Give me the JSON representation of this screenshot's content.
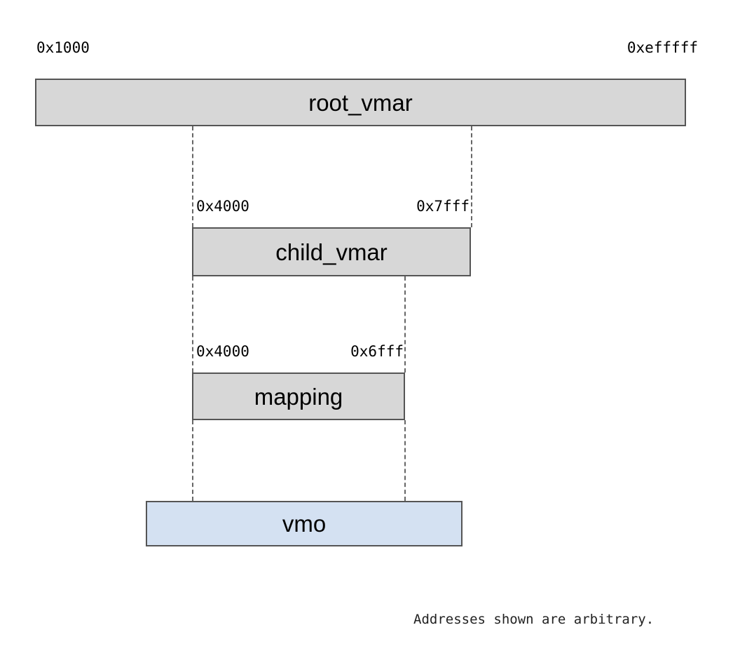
{
  "diagram": {
    "title_nodes": {
      "root": "root_vmar",
      "child": "child_vmar",
      "mapping": "mapping",
      "vmo": "vmo"
    },
    "addresses": {
      "root_start": "0x1000",
      "root_end": "0xefffff",
      "child_start": "0x4000",
      "child_end": "0x7fff",
      "mapping_start": "0x4000",
      "mapping_end": "0x6fff"
    },
    "caption": "Addresses shown are arbitrary.",
    "colors": {
      "vmar_fill": "#d7d7d7",
      "vmo_fill": "#d4e1f2",
      "border": "#555555",
      "guide_line": "#666666",
      "background": "#ffffff",
      "text": "#000000"
    }
  }
}
